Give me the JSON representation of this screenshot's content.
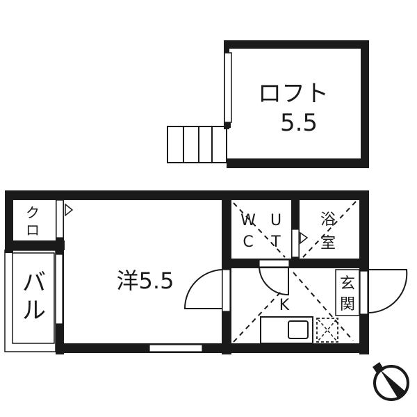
{
  "floor_plan": {
    "colors": {
      "wall": "#1a1a1a",
      "background": "#ffffff",
      "line": "#1a1a1a"
    },
    "loft": {
      "label": "ロフト",
      "size": "5.5"
    },
    "rooms": {
      "western_room": {
        "label": "洋5.5"
      },
      "closet": {
        "line1": "ク",
        "line2": "ロ"
      },
      "balcony": {
        "line1": "バ",
        "line2": "ル"
      },
      "washroom": {
        "c1": "W",
        "c2": "U",
        "c3": "C",
        "c4": "T"
      },
      "bathroom": {
        "line1": "浴",
        "line2": "室"
      },
      "entrance": {
        "line1": "玄",
        "line2": "関"
      },
      "kitchen": {
        "label": "K"
      }
    },
    "compass": {
      "icon": "north-compass-icon"
    }
  }
}
